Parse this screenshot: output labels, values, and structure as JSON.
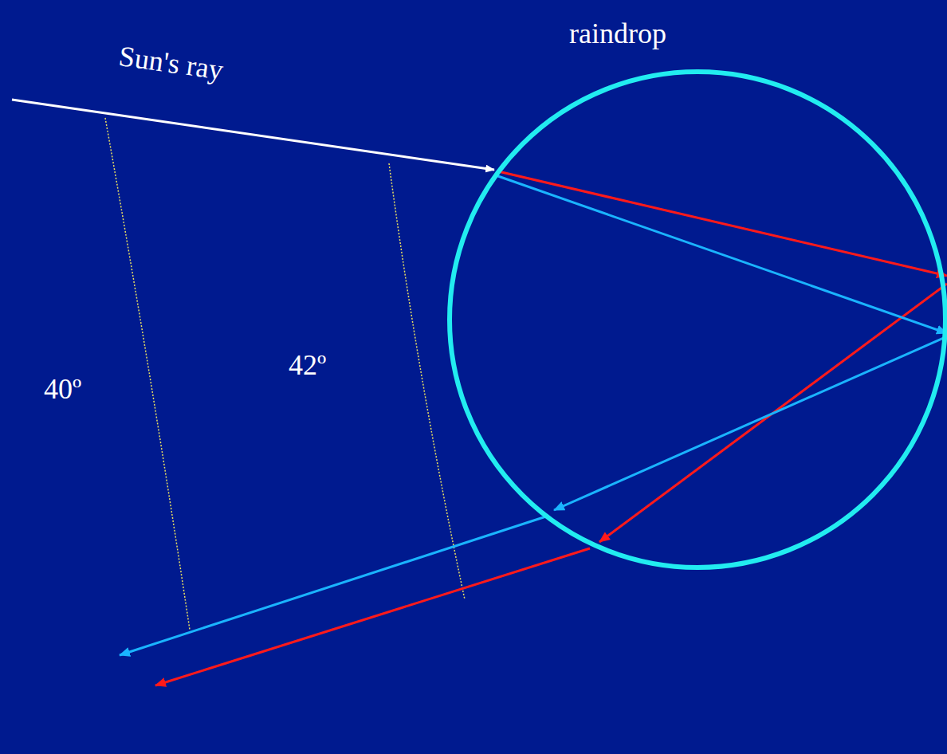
{
  "diagram": {
    "nodes": [
      {
        "text": [
          "raindrop"
        ]
      }
    ],
    "labels": [
      "Sun's ray",
      "42º",
      "40º"
    ]
  }
}
